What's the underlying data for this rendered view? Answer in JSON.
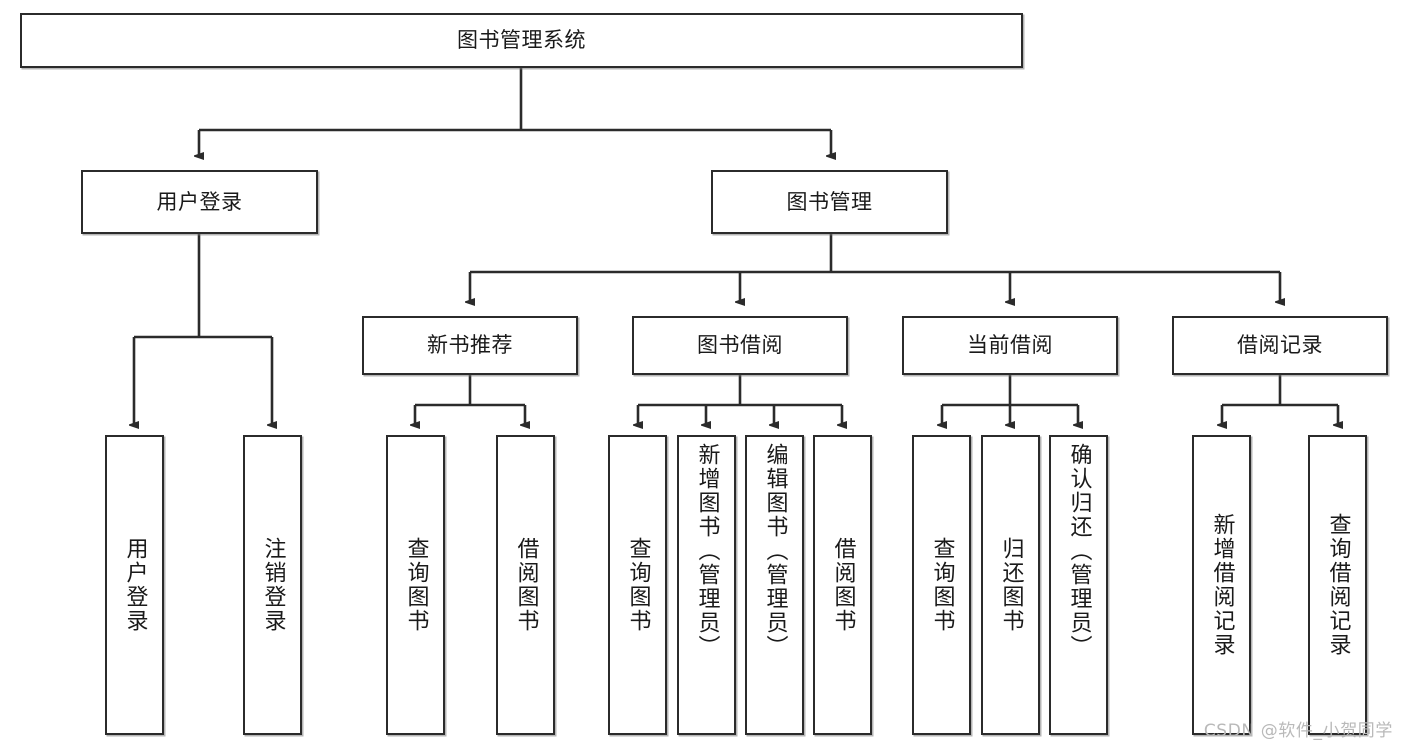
{
  "diagram": {
    "title": "图书管理系统",
    "type": "hierarchy-tree",
    "watermark": "CSDN @软件_小贺同学",
    "colors": {
      "box_border": "#2b2b2b",
      "box_fill": "#ffffff",
      "text": "#1a1a1a",
      "edge": "#2b2b2b",
      "watermark": "#b9b9b9",
      "background": "#ffffff"
    },
    "levels": [
      {
        "level": 1,
        "nodes": [
          {
            "id": "root",
            "label": "图书管理系统",
            "orientation": "horizontal"
          }
        ]
      },
      {
        "level": 2,
        "nodes": [
          {
            "id": "login",
            "label": "用户登录",
            "orientation": "horizontal",
            "parent": "root"
          },
          {
            "id": "bookmgmt",
            "label": "图书管理",
            "orientation": "horizontal",
            "parent": "root"
          }
        ]
      },
      {
        "level": 3,
        "nodes": [
          {
            "id": "newbook",
            "label": "新书推荐",
            "orientation": "horizontal",
            "parent": "bookmgmt"
          },
          {
            "id": "borrow",
            "label": "图书借阅",
            "orientation": "horizontal",
            "parent": "bookmgmt"
          },
          {
            "id": "current",
            "label": "当前借阅",
            "orientation": "horizontal",
            "parent": "bookmgmt"
          },
          {
            "id": "records",
            "label": "借阅记录",
            "orientation": "horizontal",
            "parent": "bookmgmt"
          }
        ]
      },
      {
        "level": 4,
        "nodes": [
          {
            "id": "leaf1",
            "label": "用户登录",
            "orientation": "vertical",
            "parent": "login"
          },
          {
            "id": "leaf2",
            "label": "注销登录",
            "orientation": "vertical",
            "parent": "login"
          },
          {
            "id": "leaf3",
            "label": "查询图书",
            "orientation": "vertical",
            "parent": "newbook"
          },
          {
            "id": "leaf4",
            "label": "借阅图书",
            "orientation": "vertical",
            "parent": "newbook"
          },
          {
            "id": "leaf5",
            "label": "查询图书",
            "orientation": "vertical",
            "parent": "borrow"
          },
          {
            "id": "leaf6",
            "label": "新增图书（管理员）",
            "orientation": "vertical",
            "parent": "borrow"
          },
          {
            "id": "leaf7",
            "label": "编辑图书（管理员）",
            "orientation": "vertical",
            "parent": "borrow"
          },
          {
            "id": "leaf8",
            "label": "借阅图书",
            "orientation": "vertical",
            "parent": "borrow"
          },
          {
            "id": "leaf9",
            "label": "查询图书",
            "orientation": "vertical",
            "parent": "current"
          },
          {
            "id": "leaf10",
            "label": "归还图书",
            "orientation": "vertical",
            "parent": "current"
          },
          {
            "id": "leaf11",
            "label": "确认归还（管理员）",
            "orientation": "vertical",
            "parent": "current"
          },
          {
            "id": "leaf12",
            "label": "新增借阅记录",
            "orientation": "vertical",
            "parent": "records"
          },
          {
            "id": "leaf13",
            "label": "查询借阅记录",
            "orientation": "vertical",
            "parent": "records"
          }
        ]
      }
    ]
  }
}
